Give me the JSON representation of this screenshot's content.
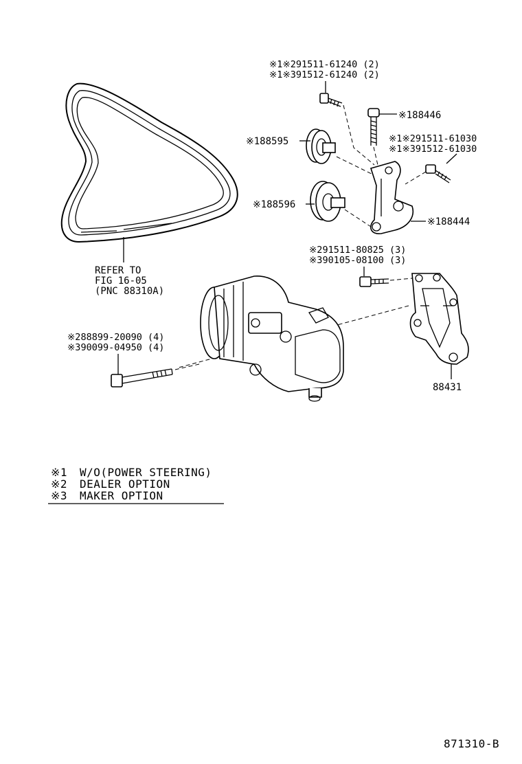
{
  "labels": {
    "belt_ref_1": "REFER TO",
    "belt_ref_2": "FIG 16-05",
    "belt_ref_3": "(PNC 88310A)",
    "bolt_top_1": "※1※291511-61240 (2)",
    "bolt_top_2": "※1※391512-61240 (2)",
    "p188446": "※188446",
    "p188595": "※188595",
    "bolt_right_1": "※1※291511-61030",
    "bolt_right_2": "※1※391512-61030",
    "p188596": "※188596",
    "p188444": "※188444",
    "bolt_mid_1": "※291511-80825 (3)",
    "bolt_mid_2": "※390105-08100 (3)",
    "long_bolt_1": "※288899-20090 (4)",
    "long_bolt_2": "※390099-04950 (4)",
    "p88431": "88431",
    "figure_id": "871310-B"
  },
  "legend": [
    {
      "mark": "※1",
      "text": "W/O(POWER STEERING)"
    },
    {
      "mark": "※2",
      "text": "DEALER OPTION"
    },
    {
      "mark": "※3",
      "text": "MAKER OPTION"
    }
  ]
}
